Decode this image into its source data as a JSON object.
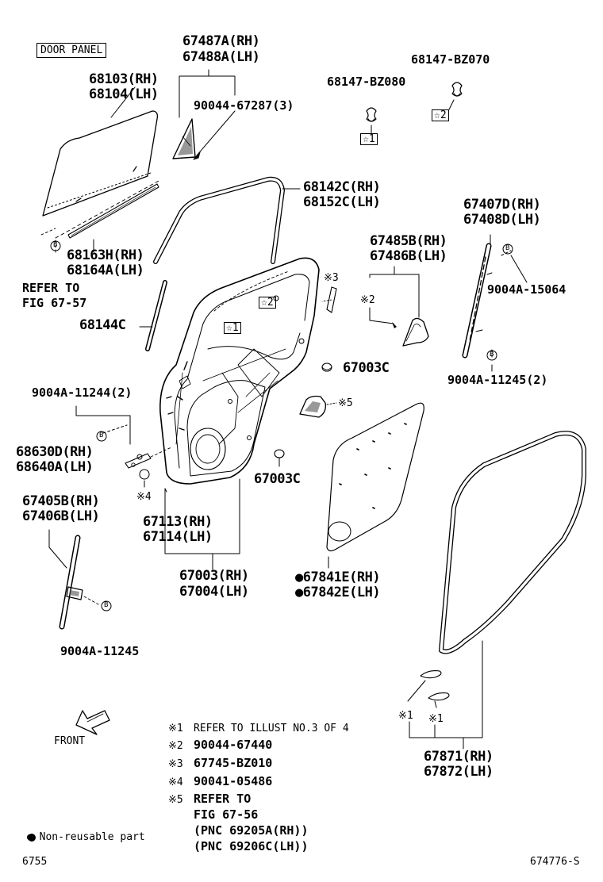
{
  "header": {
    "section_label": "DOOR PANEL"
  },
  "callouts": {
    "quarter_glass_rh": "67487A(RH)",
    "quarter_glass_lh": "67488A(LH)",
    "screw_qty": "90044-67287(3)",
    "clip_bz070": "68147-BZ070",
    "clip_bz080": "68147-BZ080",
    "window_glass_rh": "68103(RH)",
    "window_glass_lh": "68104(LH)",
    "run_channel_rh": "68142C(RH)",
    "run_channel_lh": "68152C(LH)",
    "division_bar_rh": "67407D(RH)",
    "division_bar_lh": "67408D(LH)",
    "weatherstrip_rh": "68163H(RH)",
    "weatherstrip_lh": "68164A(LH)",
    "refer_to": "REFER TO",
    "refer_fig": "FIG 67-57",
    "mirror_cover_rh": "67485B(RH)",
    "mirror_cover_lh": "67486B(LH)",
    "bolt_15064": "9004A-15064",
    "glass_channel": "68144C",
    "hole_plug_1": "67003C",
    "bolt_11245_2": "9004A-11245(2)",
    "bolt_11244_2": "9004A-11244(2)",
    "check_rh": "68630D(RH)",
    "check_lh": "68640A(LH)",
    "hole_plug_2": "67003C",
    "rear_bar_rh": "67405B(RH)",
    "rear_bar_lh": "67406B(LH)",
    "panel_sub_rh": "67113(RH)",
    "panel_sub_lh": "67114(LH)",
    "door_panel_rh": "67003(RH)",
    "door_panel_lh": "67004(LH)",
    "cover_rh": "●67841E(RH)",
    "cover_lh": "●67842E(LH)",
    "bolt_11245": "9004A-11245",
    "door_weatherstrip_rh": "67871(RH)",
    "door_weatherstrip_lh": "67872(LH)",
    "front_label": "FRONT"
  },
  "markers": {
    "star1": "☆1",
    "star2": "☆2",
    "kome1": "※1",
    "kome2": "※2",
    "kome3": "※3",
    "kome4": "※4",
    "kome5": "※5",
    "b": "B"
  },
  "notes": [
    {
      "mark": "※1",
      "text": "REFER TO ILLUST NO.3 OF 4"
    },
    {
      "mark": "※2",
      "text": "90044-67440"
    },
    {
      "mark": "※3",
      "text": "67745-BZ010"
    },
    {
      "mark": "※4",
      "text": "90041-05486"
    },
    {
      "mark": "※5",
      "text": "REFER TO"
    }
  ],
  "note5_lines": [
    "FIG 67-56",
    "(PNC 69205A(RH))",
    "(PNC 69206C(LH))"
  ],
  "footer": {
    "legend": "● Non-reusable part",
    "page_code": "6755",
    "illust_code": "674776-S"
  }
}
